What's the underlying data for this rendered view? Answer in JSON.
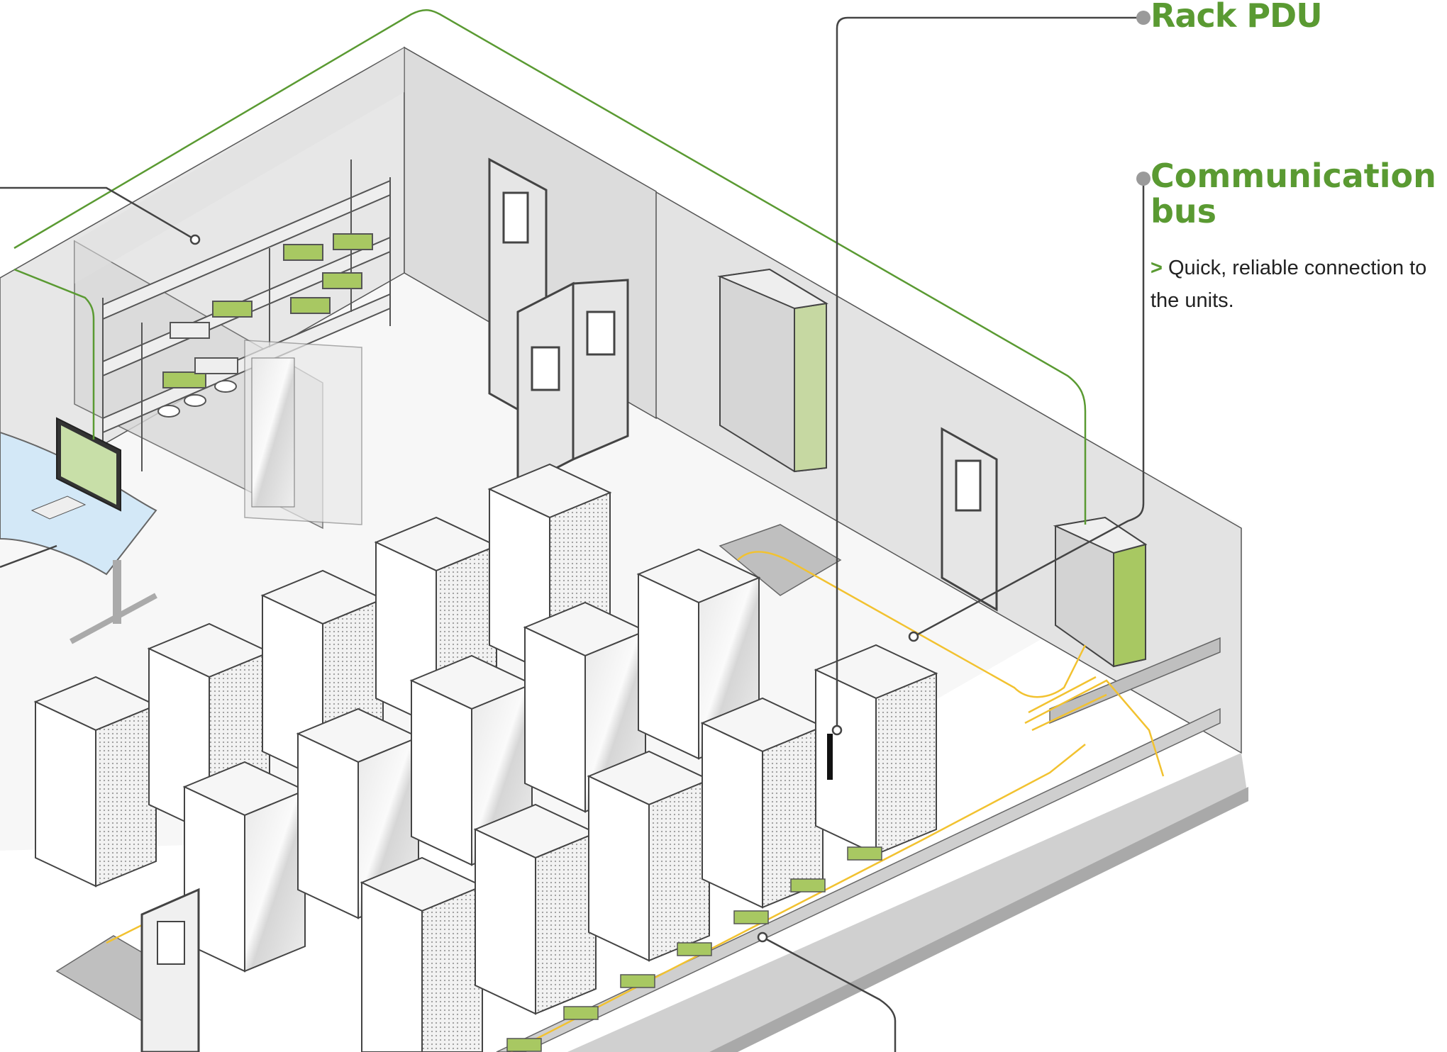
{
  "callouts": {
    "rack_pdu": {
      "title": "Rack PDU"
    },
    "communication_bus": {
      "title": "Communication bus",
      "bullet": ">",
      "description": "Quick, reliable connection to the units."
    }
  },
  "colors": {
    "accent_green": "#5a9a32",
    "unit_green": "#a8c862",
    "bus_yellow": "#f2c230",
    "wall_gray": "#d8d8d8",
    "line_dark": "#444444",
    "monitor_blue": "#d3e8f7"
  },
  "icons": [
    "server-rack-icon",
    "power-unit-icon",
    "monitor-icon",
    "door-icon",
    "shelf-icon"
  ]
}
